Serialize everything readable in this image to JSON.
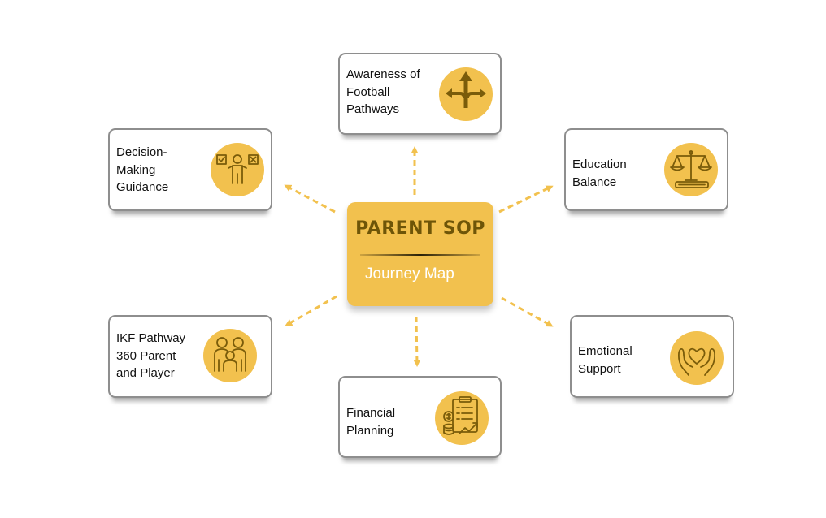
{
  "colors": {
    "accent": "#f2c14e",
    "icon_stroke": "#7a5c0a",
    "border": "#8e8e8e",
    "arrow": "#f2c14e"
  },
  "center": {
    "title": "PARENT SOP",
    "subtitle": "Journey Map"
  },
  "nodes": [
    {
      "id": "awareness",
      "label": "Awareness of\nFootball\nPathways",
      "icon": "direction-arrows-icon"
    },
    {
      "id": "decision",
      "label": "Decision-\nMaking\nGuidance",
      "icon": "decision-choice-icon"
    },
    {
      "id": "education",
      "label": "Education\nBalance",
      "icon": "scale-balance-icon"
    },
    {
      "id": "ikf",
      "label": "IKF Pathway\n360 Parent\nand Player",
      "icon": "family-icon"
    },
    {
      "id": "emotional",
      "label": "Emotional\nSupport",
      "icon": "heart-hands-icon"
    },
    {
      "id": "financial",
      "label": "Financial\nPlanning",
      "icon": "financial-clipboard-icon"
    }
  ]
}
